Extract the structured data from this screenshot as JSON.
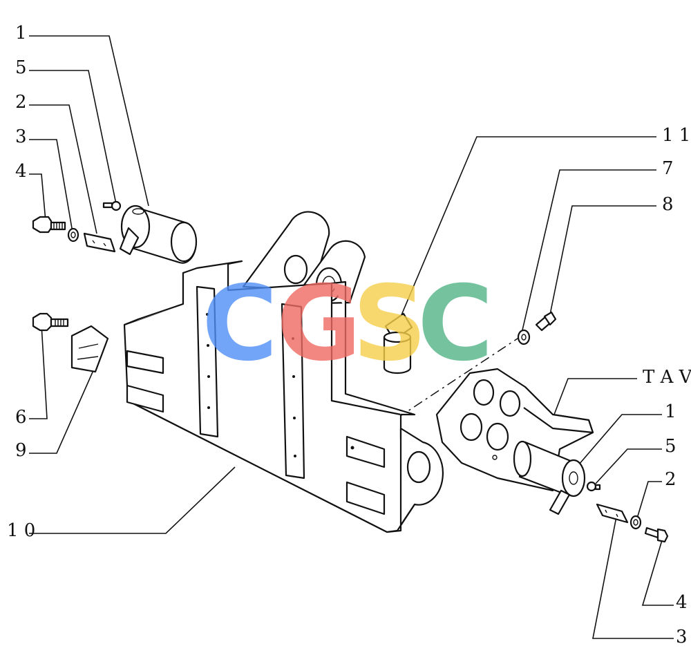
{
  "diagram": {
    "callouts": [
      {
        "id": "lbl-1-top",
        "text": "1"
      },
      {
        "id": "lbl-5-top",
        "text": "5"
      },
      {
        "id": "lbl-2-top",
        "text": "2"
      },
      {
        "id": "lbl-3-top",
        "text": "3"
      },
      {
        "id": "lbl-4-top",
        "text": "4"
      },
      {
        "id": "lbl-6",
        "text": "6"
      },
      {
        "id": "lbl-9",
        "text": "9"
      },
      {
        "id": "lbl-10",
        "text": "1 0"
      },
      {
        "id": "lbl-11",
        "text": "1 1"
      },
      {
        "id": "lbl-7",
        "text": "7"
      },
      {
        "id": "lbl-8",
        "text": "8"
      },
      {
        "id": "lbl-tav",
        "text": "T A V"
      },
      {
        "id": "lbl-1-right",
        "text": "1"
      },
      {
        "id": "lbl-5-right",
        "text": "5"
      },
      {
        "id": "lbl-2-right",
        "text": "2"
      },
      {
        "id": "lbl-4-right",
        "text": "4"
      },
      {
        "id": "lbl-3-right",
        "text": "3"
      }
    ],
    "watermark": {
      "letters": [
        "C",
        "G",
        "S",
        "C"
      ],
      "colors": [
        "#4f8ff7",
        "#ef6a63",
        "#f6cf4a",
        "#52b487"
      ]
    }
  }
}
